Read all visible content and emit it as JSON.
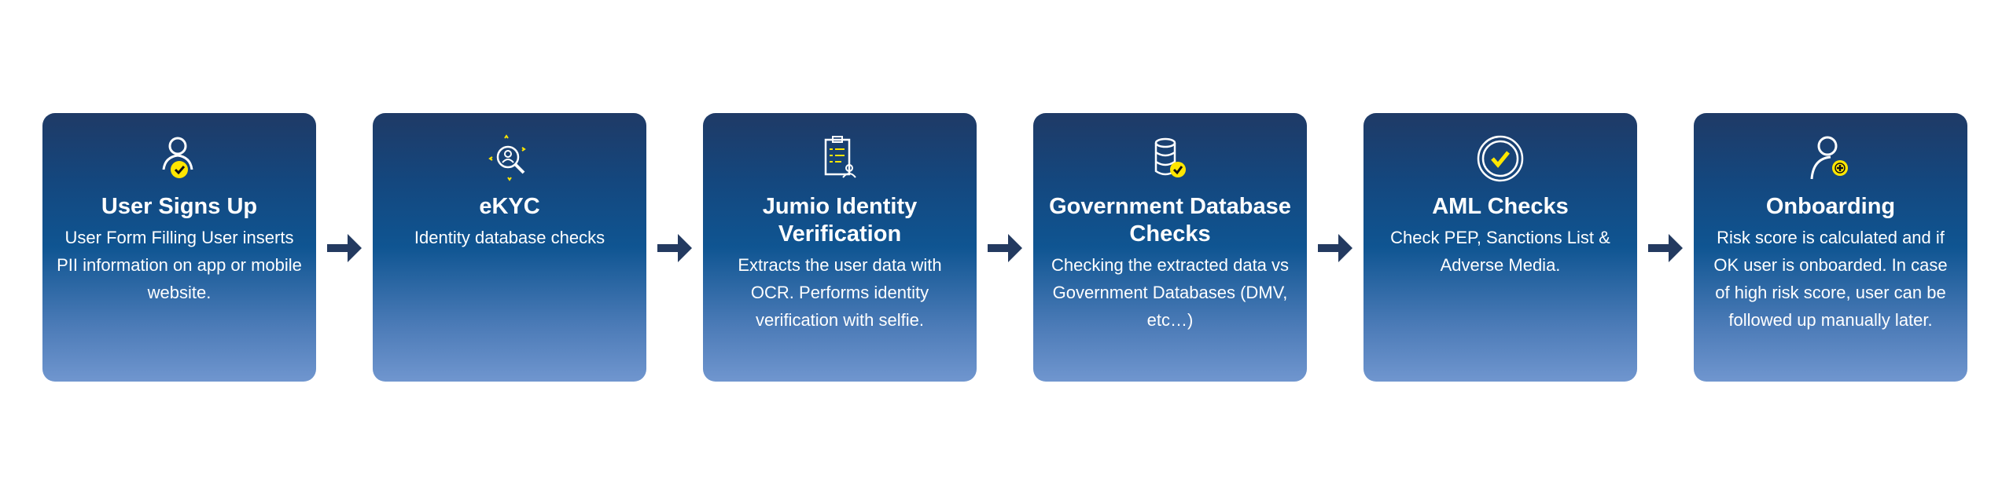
{
  "colors": {
    "accent": "#ffe600",
    "arrow": "#233a60",
    "card_top": "#1f3a66",
    "card_bottom": "#7096cf"
  },
  "steps": [
    {
      "icon": "user-check-icon",
      "title": "User Signs Up",
      "body": "User Form Filling User inserts PII information on app or mobile website."
    },
    {
      "icon": "identity-search-icon",
      "title": "eKYC",
      "body": "Identity database checks"
    },
    {
      "icon": "clipboard-user-icon",
      "title": "Jumio Identity Verification",
      "body": "Extracts the user data with OCR. Performs identity verification with selfie."
    },
    {
      "icon": "database-check-icon",
      "title": "Government Database Checks",
      "body": "Checking the extracted data vs Government Databases (DMV, etc…)"
    },
    {
      "icon": "badge-check-icon",
      "title": "AML Checks",
      "body": "Check PEP, Sanctions List & Adverse Media."
    },
    {
      "icon": "user-add-icon",
      "title": "Onboarding",
      "body": "Risk score is calculated and if OK user is onboarded. In case of high risk score, user can be followed up manually later."
    }
  ]
}
